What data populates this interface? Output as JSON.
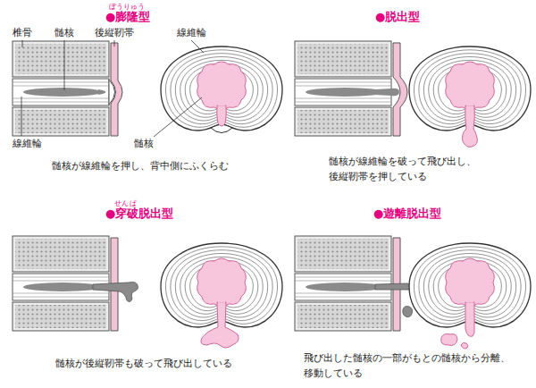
{
  "diagram": {
    "labels": [
      "ぼうりゅう",
      "●膨隆型",
      "椎骨",
      "髄核",
      "後縦靭帯",
      "線維輪",
      "線維輪",
      "髄核",
      "髄核が線維輪を押し、背中側にふくらむ",
      "●脱出型",
      "髄核が線維輪を破って飛び出し、 後縦靭帯を押している",
      "せん",
      "ぱ",
      "●穿破脱出型",
      "髄核が後縦靭帯も破って飛び出している",
      "●遊離脱出型",
      "飛び出した髄核の一部がもとの髄核から分離、 移動している"
    ]
  }
}
